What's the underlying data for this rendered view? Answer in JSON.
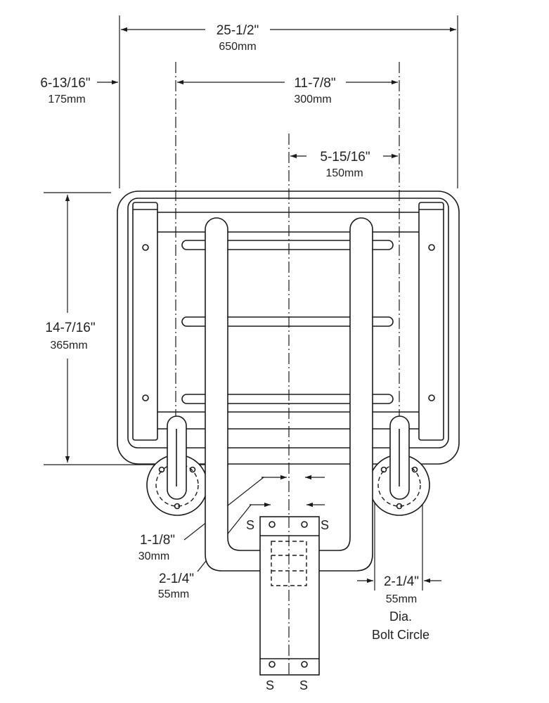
{
  "dimensions": {
    "overall_width": {
      "imperial": "25-1/2\"",
      "metric": "650mm"
    },
    "edge_offset": {
      "imperial": "6-13/16\"",
      "metric": "175mm"
    },
    "mount_spacing": {
      "imperial": "11-7/8\"",
      "metric": "300mm"
    },
    "half_spacing": {
      "imperial": "5-15/16\"",
      "metric": "150mm"
    },
    "seat_depth": {
      "imperial": "14-7/16\"",
      "metric": "365mm"
    },
    "leg_width": {
      "imperial": "1-1/8\"",
      "metric": "30mm"
    },
    "bracket_width": {
      "imperial": "2-1/4\"",
      "metric": "55mm"
    },
    "bolt_circle": {
      "imperial": "2-1/4\"",
      "metric": "55mm",
      "line1": "Dia.",
      "line2": "Bolt Circle"
    }
  },
  "screw_labels": [
    "S",
    "S",
    "S",
    "S"
  ]
}
